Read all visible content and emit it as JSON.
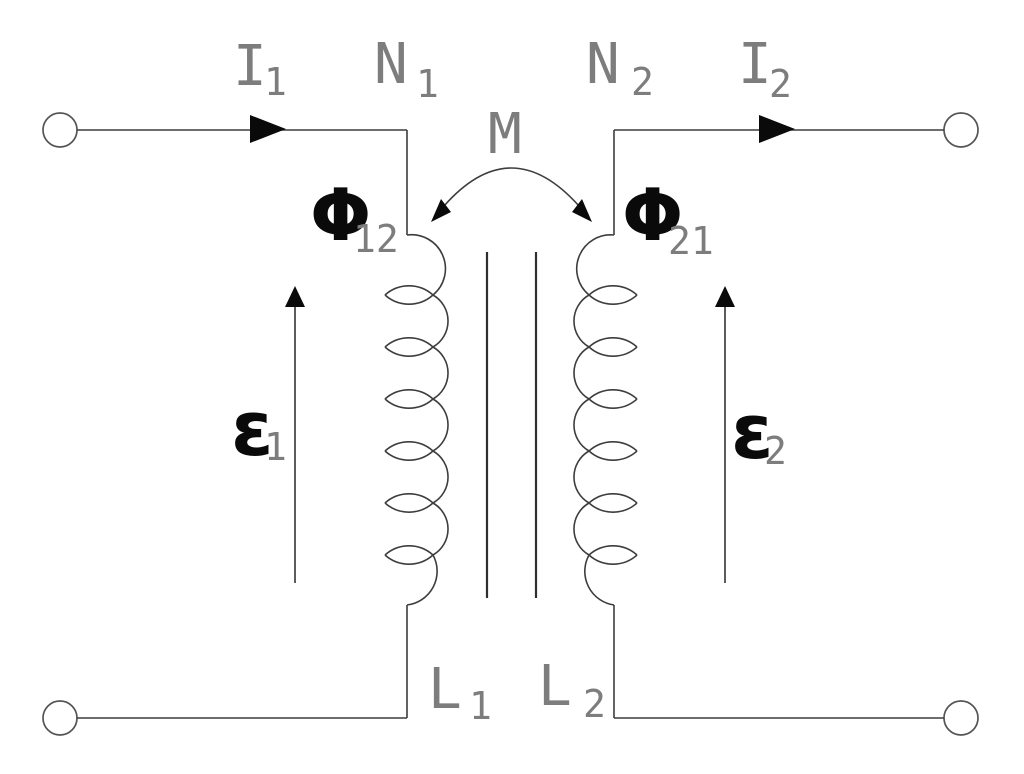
{
  "diagram": {
    "type": "mutual-inductance-circuit",
    "colors": {
      "background": "#ffffff",
      "line": "#3d3d3d",
      "label_gray": "#7d7d7d",
      "bold_black": "#0a0a0a"
    },
    "labels": {
      "current_primary": {
        "main": "I",
        "sub": "1"
      },
      "turns_primary": {
        "main": "N",
        "sub": "1"
      },
      "mutual_inductance": {
        "main": "M"
      },
      "turns_secondary": {
        "main": "N",
        "sub": "2"
      },
      "current_secondary": {
        "main": "I",
        "sub": "2"
      },
      "flux_12": {
        "main": "Φ",
        "sub": "12"
      },
      "flux_21": {
        "main": "Φ",
        "sub": "21"
      },
      "emf_primary": {
        "main": "ε",
        "sub": "1"
      },
      "emf_secondary": {
        "main": "ε",
        "sub": "2"
      },
      "inductance_primary": {
        "main": "L",
        "sub": "1"
      },
      "inductance_secondary": {
        "main": "L",
        "sub": "2"
      }
    },
    "icons": {
      "terminals": "open-circle-terminal",
      "current_arrows": "filled-right-arrowhead",
      "emf_arrows": "filled-up-arrowhead",
      "coupling_arrow": "double-headed-arc-arrow"
    }
  }
}
